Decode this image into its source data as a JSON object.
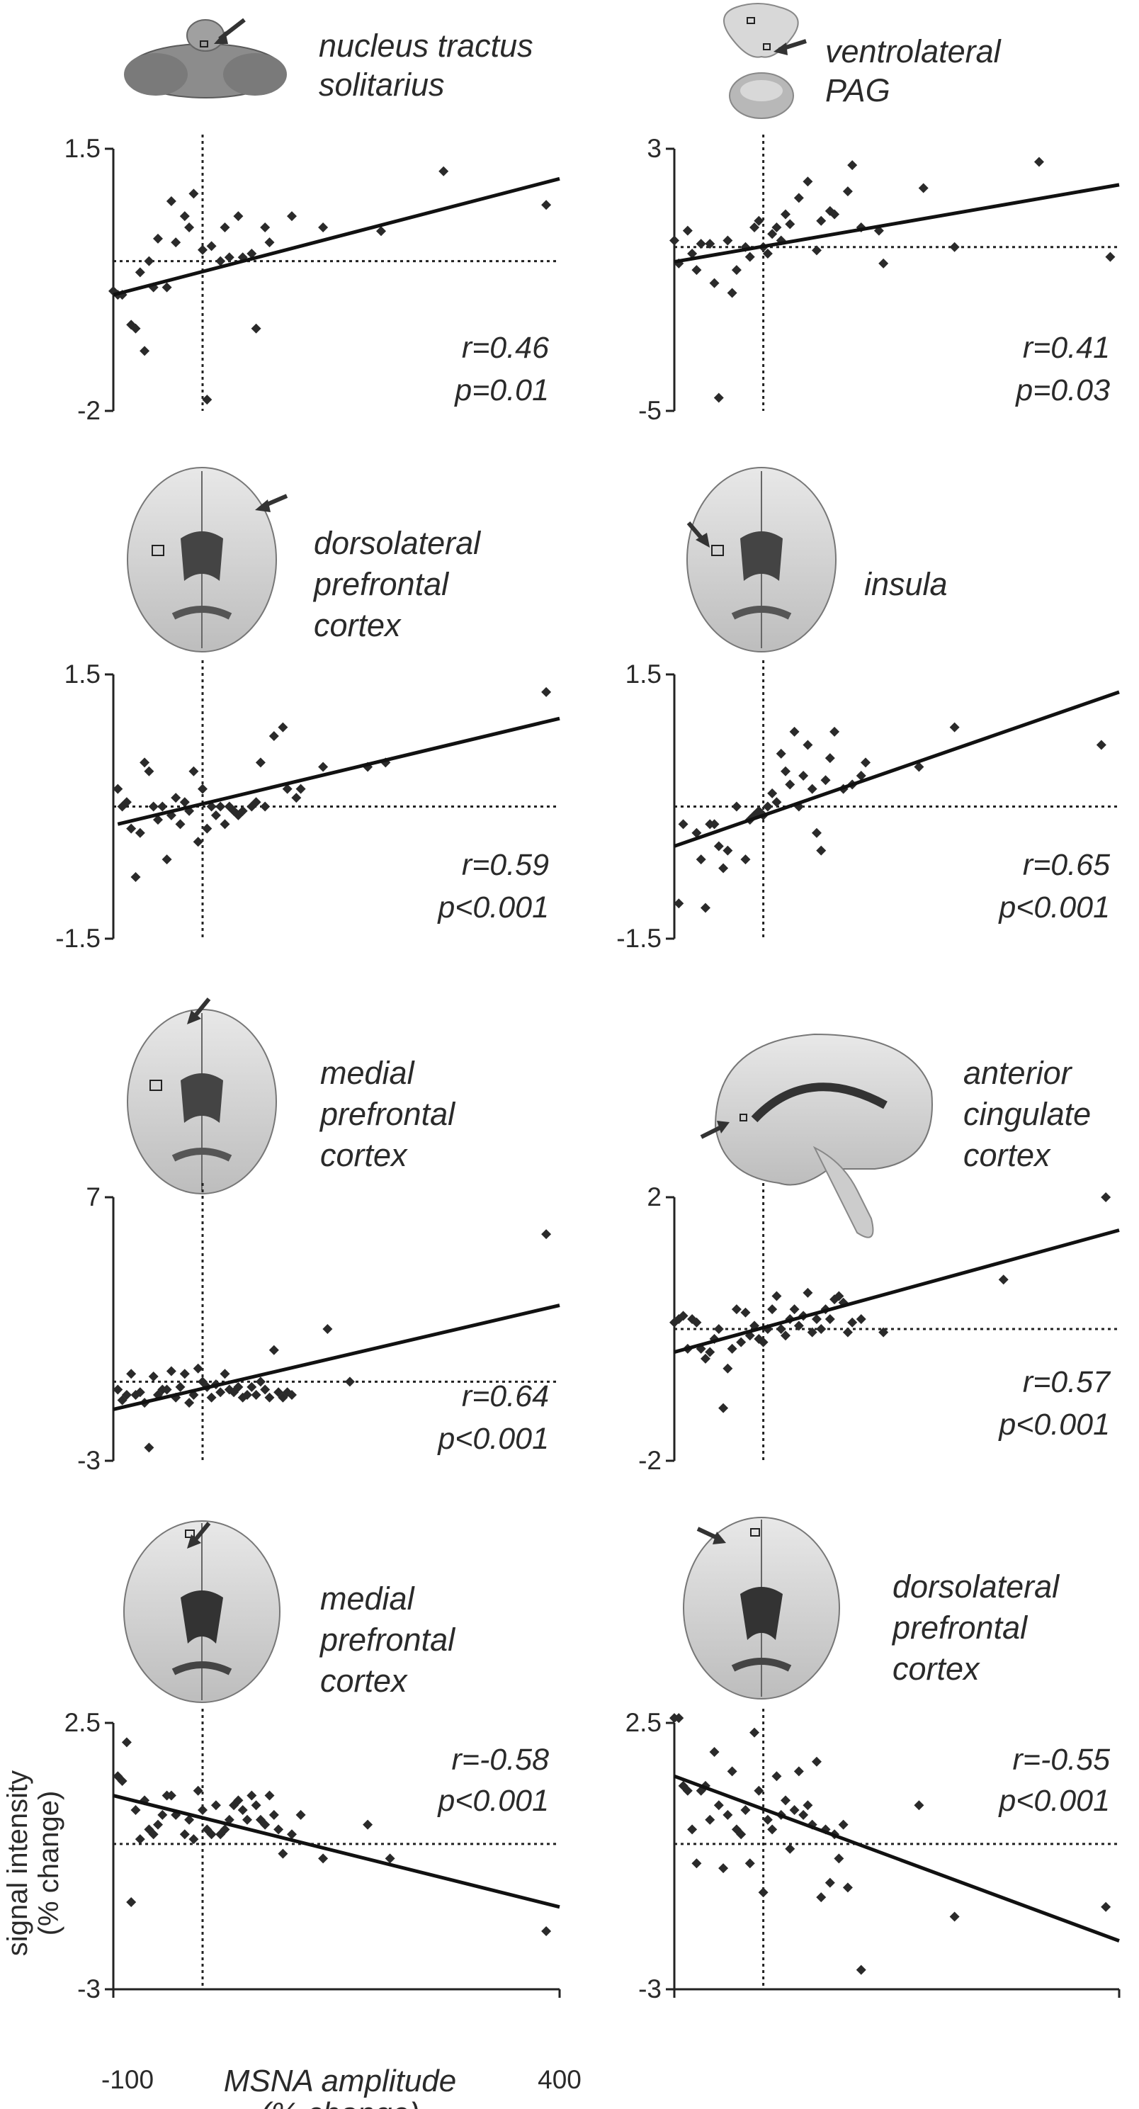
{
  "axis_labels": {
    "x": [
      "MSNA amplitude",
      "(% change)"
    ],
    "y": [
      "signal intensity",
      "(% change)"
    ],
    "x_ticks": [
      "-100",
      "400"
    ]
  },
  "chart_data": [
    {
      "type": "scatter",
      "region": [
        "nucleus tractus",
        "solitarius"
      ],
      "stats": [
        "r=0.46",
        "p=0.01"
      ],
      "ylim": [
        -2,
        1.5
      ],
      "xlim": [
        -100,
        400
      ],
      "y_ticks": [
        "1.5",
        "-2"
      ],
      "x": [
        -100,
        -95,
        -90,
        -80,
        -75,
        -70,
        -65,
        -60,
        -55,
        -50,
        -40,
        -35,
        -30,
        -20,
        -15,
        -10,
        0,
        5,
        10,
        20,
        25,
        30,
        40,
        45,
        55,
        60,
        70,
        75,
        100,
        135,
        200,
        270,
        385
      ],
      "y": [
        -0.4,
        -0.45,
        -0.45,
        -0.85,
        -0.9,
        -0.15,
        -1.2,
        0.0,
        -0.35,
        0.3,
        -0.35,
        0.8,
        0.25,
        0.6,
        0.45,
        0.9,
        0.15,
        -1.85,
        0.2,
        0.0,
        0.45,
        0.05,
        0.6,
        0.05,
        0.1,
        -0.9,
        0.45,
        0.25,
        0.6,
        0.45,
        0.4,
        1.2,
        0.75
      ],
      "trend": [
        [
          -100,
          -0.45
        ],
        [
          400,
          1.1
        ]
      ]
    },
    {
      "type": "scatter",
      "region": [
        "ventrolateral",
        "PAG"
      ],
      "stats": [
        "r=0.41",
        "p=0.03"
      ],
      "ylim": [
        -5,
        3
      ],
      "xlim": [
        -100,
        400
      ],
      "y_ticks": [
        "3",
        "-5"
      ],
      "x": [
        -100,
        -95,
        -85,
        -80,
        -75,
        -70,
        -60,
        -55,
        -50,
        -40,
        -35,
        -30,
        -20,
        -15,
        -10,
        -5,
        0,
        5,
        10,
        15,
        20,
        25,
        30,
        40,
        50,
        60,
        65,
        75,
        80,
        95,
        100,
        110,
        130,
        135,
        180,
        215,
        310,
        390
      ],
      "y": [
        0.2,
        -0.5,
        0.5,
        -0.2,
        -0.7,
        0.1,
        0.1,
        -1.1,
        -4.6,
        0.2,
        -1.4,
        -0.7,
        0.0,
        -0.3,
        0.6,
        0.8,
        0.0,
        -0.2,
        0.4,
        0.6,
        0.2,
        1.0,
        0.7,
        1.5,
        2.0,
        -0.1,
        0.8,
        1.1,
        1.0,
        1.7,
        2.5,
        0.6,
        0.5,
        -0.5,
        1.8,
        0.0,
        2.6,
        -0.3
      ],
      "trend": [
        [
          -100,
          -0.45
        ],
        [
          400,
          1.9
        ]
      ]
    },
    {
      "type": "scatter",
      "region": [
        "dorsolateral",
        "prefrontal",
        "cortex"
      ],
      "stats": [
        "r=0.59",
        "p<0.001"
      ],
      "ylim": [
        -1.5,
        1.5
      ],
      "xlim": [
        -100,
        400
      ],
      "y_ticks": [
        "1.5",
        "-1.5"
      ],
      "x": [
        -95,
        -90,
        -85,
        -80,
        -75,
        -70,
        -65,
        -60,
        -55,
        -50,
        -45,
        -40,
        -35,
        -30,
        -25,
        -20,
        -15,
        -10,
        -5,
        0,
        5,
        10,
        15,
        20,
        25,
        30,
        35,
        40,
        45,
        55,
        60,
        65,
        70,
        80,
        90,
        95,
        105,
        110,
        135,
        185,
        205,
        385
      ],
      "y": [
        0.2,
        0.0,
        0.05,
        -0.25,
        -0.8,
        -0.3,
        0.5,
        0.4,
        0.0,
        -0.15,
        0.0,
        -0.6,
        -0.1,
        0.1,
        -0.2,
        0.05,
        -0.05,
        0.4,
        -0.4,
        0.2,
        -0.25,
        0.0,
        -0.1,
        0.0,
        -0.2,
        0.0,
        -0.05,
        -0.1,
        -0.05,
        0.0,
        0.05,
        0.5,
        0.0,
        0.8,
        0.9,
        0.2,
        0.1,
        0.2,
        0.45,
        0.45,
        0.5,
        1.3
      ],
      "trend": [
        [
          -95,
          -0.2
        ],
        [
          400,
          1.0
        ]
      ]
    },
    {
      "type": "scatter",
      "region": [
        "insula"
      ],
      "stats": [
        "r=0.65",
        "p<0.001"
      ],
      "ylim": [
        -1.5,
        1.5
      ],
      "xlim": [
        -100,
        400
      ],
      "y_ticks": [
        "1.5",
        "-1.5"
      ],
      "x": [
        -95,
        -90,
        -75,
        -70,
        -65,
        -60,
        -55,
        -50,
        -45,
        -40,
        -30,
        -20,
        -15,
        -10,
        -5,
        0,
        5,
        10,
        15,
        20,
        25,
        30,
        35,
        40,
        45,
        50,
        55,
        60,
        65,
        70,
        75,
        80,
        90,
        100,
        110,
        115,
        175,
        215,
        380
      ],
      "y": [
        -1.1,
        -0.2,
        -0.3,
        -0.6,
        -1.15,
        -0.2,
        -0.2,
        -0.45,
        -0.7,
        -0.5,
        0.0,
        -0.6,
        -0.15,
        -0.1,
        -0.05,
        -0.1,
        0.0,
        0.15,
        0.05,
        0.6,
        0.4,
        0.25,
        0.85,
        0.0,
        0.35,
        0.7,
        0.2,
        -0.3,
        -0.5,
        0.3,
        0.55,
        0.85,
        0.2,
        0.25,
        0.35,
        0.5,
        0.45,
        0.9,
        0.7
      ],
      "trend": [
        [
          -100,
          -0.45
        ],
        [
          400,
          1.3
        ]
      ]
    },
    {
      "type": "scatter",
      "region": [
        "medial",
        "prefrontal",
        "cortex"
      ],
      "stats": [
        "r=0.64",
        "p<0.001"
      ],
      "ylim": [
        -3,
        7
      ],
      "xlim": [
        -100,
        400
      ],
      "y_ticks": [
        "7",
        "-3"
      ],
      "x": [
        -95,
        -90,
        -85,
        -80,
        -75,
        -70,
        -65,
        -60,
        -55,
        -50,
        -45,
        -40,
        -35,
        -30,
        -25,
        -20,
        -15,
        -10,
        -5,
        0,
        5,
        10,
        15,
        20,
        25,
        30,
        35,
        40,
        45,
        50,
        55,
        60,
        65,
        70,
        75,
        80,
        85,
        90,
        95,
        100,
        140,
        165,
        385
      ],
      "y": [
        -0.3,
        -0.7,
        -0.5,
        0.3,
        -0.5,
        -0.4,
        -0.8,
        -2.5,
        0.2,
        -0.5,
        -0.3,
        -0.3,
        0.4,
        -0.6,
        -0.2,
        0.3,
        -0.8,
        -0.5,
        0.5,
        0.0,
        -0.2,
        -0.6,
        -0.1,
        -0.4,
        0.3,
        -0.3,
        -0.4,
        -0.2,
        -0.6,
        -0.5,
        -0.2,
        -0.5,
        0.0,
        -0.3,
        -0.6,
        1.2,
        -0.4,
        -0.6,
        -0.4,
        -0.5,
        2.0,
        0.0,
        5.6
      ],
      "trend": [
        [
          -100,
          -1.05
        ],
        [
          400,
          2.9
        ]
      ]
    },
    {
      "type": "scatter",
      "region": [
        "anterior",
        "cingulate",
        "cortex"
      ],
      "stats": [
        "r=0.57",
        "p<0.001"
      ],
      "ylim": [
        -2,
        2
      ],
      "xlim": [
        -100,
        400
      ],
      "y_ticks": [
        "2",
        "-2"
      ],
      "x": [
        -100,
        -95,
        -90,
        -85,
        -80,
        -75,
        -70,
        -65,
        -60,
        -55,
        -50,
        -45,
        -40,
        -35,
        -30,
        -25,
        -20,
        -15,
        -10,
        -5,
        0,
        5,
        10,
        15,
        20,
        25,
        30,
        35,
        40,
        45,
        50,
        55,
        60,
        65,
        70,
        75,
        80,
        85,
        90,
        95,
        100,
        110,
        135,
        270,
        385
      ],
      "y": [
        0.1,
        0.15,
        0.2,
        -0.3,
        0.15,
        0.1,
        -0.3,
        -0.45,
        -0.35,
        -0.15,
        0.0,
        -1.2,
        -0.6,
        -0.3,
        0.3,
        -0.2,
        0.25,
        -0.1,
        0.05,
        -0.15,
        -0.2,
        0.0,
        0.3,
        0.5,
        0.0,
        -0.1,
        0.15,
        0.3,
        0.05,
        0.2,
        0.55,
        -0.05,
        0.15,
        0.0,
        0.3,
        0.15,
        0.45,
        0.5,
        0.4,
        -0.05,
        0.1,
        0.15,
        -0.05,
        0.75,
        2.0
      ],
      "trend": [
        [
          -100,
          -0.35
        ],
        [
          400,
          1.5
        ]
      ]
    },
    {
      "type": "scatter",
      "region": [
        "medial",
        "prefrontal",
        "cortex"
      ],
      "stats": [
        "r=-0.58",
        "p<0.001"
      ],
      "ylim": [
        -3,
        2.5
      ],
      "xlim": [
        -100,
        400
      ],
      "y_ticks": [
        "2.5",
        "-3"
      ],
      "x": [
        -95,
        -90,
        -85,
        -80,
        -75,
        -70,
        -65,
        -60,
        -55,
        -50,
        -45,
        -40,
        -35,
        -30,
        -20,
        -15,
        -10,
        -5,
        0,
        5,
        10,
        15,
        20,
        25,
        30,
        35,
        40,
        45,
        50,
        55,
        60,
        65,
        70,
        75,
        80,
        85,
        90,
        100,
        110,
        135,
        185,
        210,
        385
      ],
      "y": [
        1.4,
        1.3,
        2.1,
        -1.2,
        0.7,
        0.1,
        0.9,
        0.3,
        0.2,
        0.4,
        0.6,
        1.0,
        1.0,
        0.6,
        0.2,
        0.5,
        0.1,
        1.1,
        0.7,
        0.3,
        0.2,
        0.8,
        0.2,
        0.3,
        0.5,
        0.8,
        0.9,
        0.7,
        0.5,
        1.0,
        0.8,
        0.5,
        0.4,
        1.0,
        0.6,
        0.3,
        -0.2,
        0.2,
        0.6,
        -0.3,
        0.4,
        -0.3,
        -1.8
      ],
      "trend": [
        [
          -100,
          1.0
        ],
        [
          400,
          -1.3
        ]
      ]
    },
    {
      "type": "scatter",
      "region": [
        "dorsolateral",
        "prefrontal",
        "cortex"
      ],
      "stats": [
        "r=-0.55",
        "p<0.001"
      ],
      "ylim": [
        -3,
        2.5
      ],
      "xlim": [
        -100,
        400
      ],
      "y_ticks": [
        "2.5",
        "-3"
      ],
      "x": [
        -100,
        -95,
        -90,
        -85,
        -80,
        -75,
        -70,
        -65,
        -60,
        -55,
        -50,
        -45,
        -40,
        -35,
        -30,
        -25,
        -20,
        -15,
        -10,
        -5,
        0,
        5,
        10,
        15,
        20,
        25,
        30,
        35,
        40,
        45,
        50,
        55,
        60,
        65,
        70,
        75,
        80,
        85,
        90,
        95,
        110,
        175,
        215,
        385
      ],
      "y": [
        2.6,
        2.6,
        1.2,
        1.1,
        0.3,
        -0.4,
        1.1,
        1.2,
        0.5,
        1.9,
        0.8,
        -0.5,
        0.6,
        1.5,
        0.3,
        0.2,
        0.7,
        -0.4,
        2.3,
        1.1,
        -1.0,
        0.5,
        0.3,
        1.4,
        0.6,
        0.9,
        -0.1,
        0.7,
        1.5,
        0.6,
        0.8,
        0.4,
        1.7,
        -1.1,
        0.3,
        -0.8,
        0.2,
        -0.3,
        0.4,
        -0.9,
        -2.6,
        0.8,
        -1.5,
        -1.3
      ],
      "trend": [
        [
          -100,
          1.4
        ],
        [
          400,
          -2.0
        ]
      ]
    }
  ]
}
